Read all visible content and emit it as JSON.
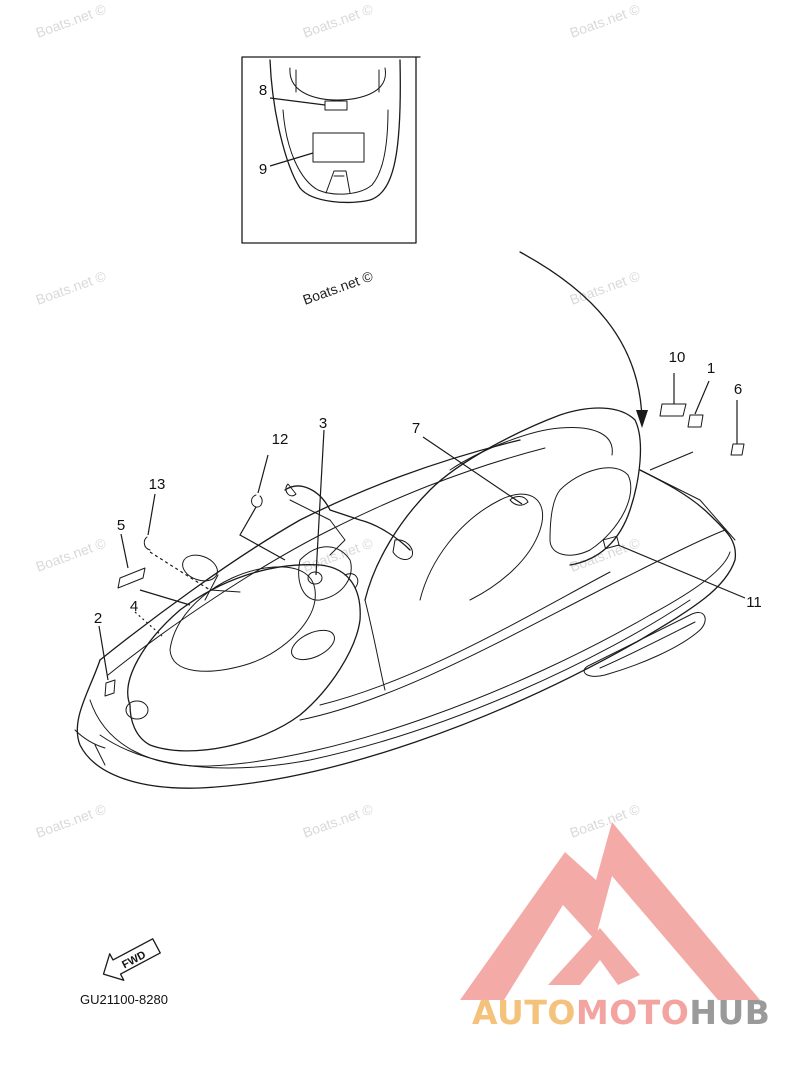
{
  "diagram": {
    "part_number_code": "GU21100-8280",
    "credit": "Boats.net ©",
    "watermark": "Boats.net ©",
    "fwd_label": "FWD",
    "callouts": [
      "1",
      "2",
      "3",
      "4",
      "5",
      "6",
      "7",
      "8",
      "9",
      "10",
      "11",
      "12",
      "13"
    ]
  },
  "logo": {
    "part1": "AUTO",
    "part2": "MOTO",
    "part3": "HUB",
    "colors": {
      "auto": "#f4c27a",
      "moto": "#f3a4a0",
      "hub": "#9a9a9a",
      "mark": "#f3a4a0"
    }
  }
}
